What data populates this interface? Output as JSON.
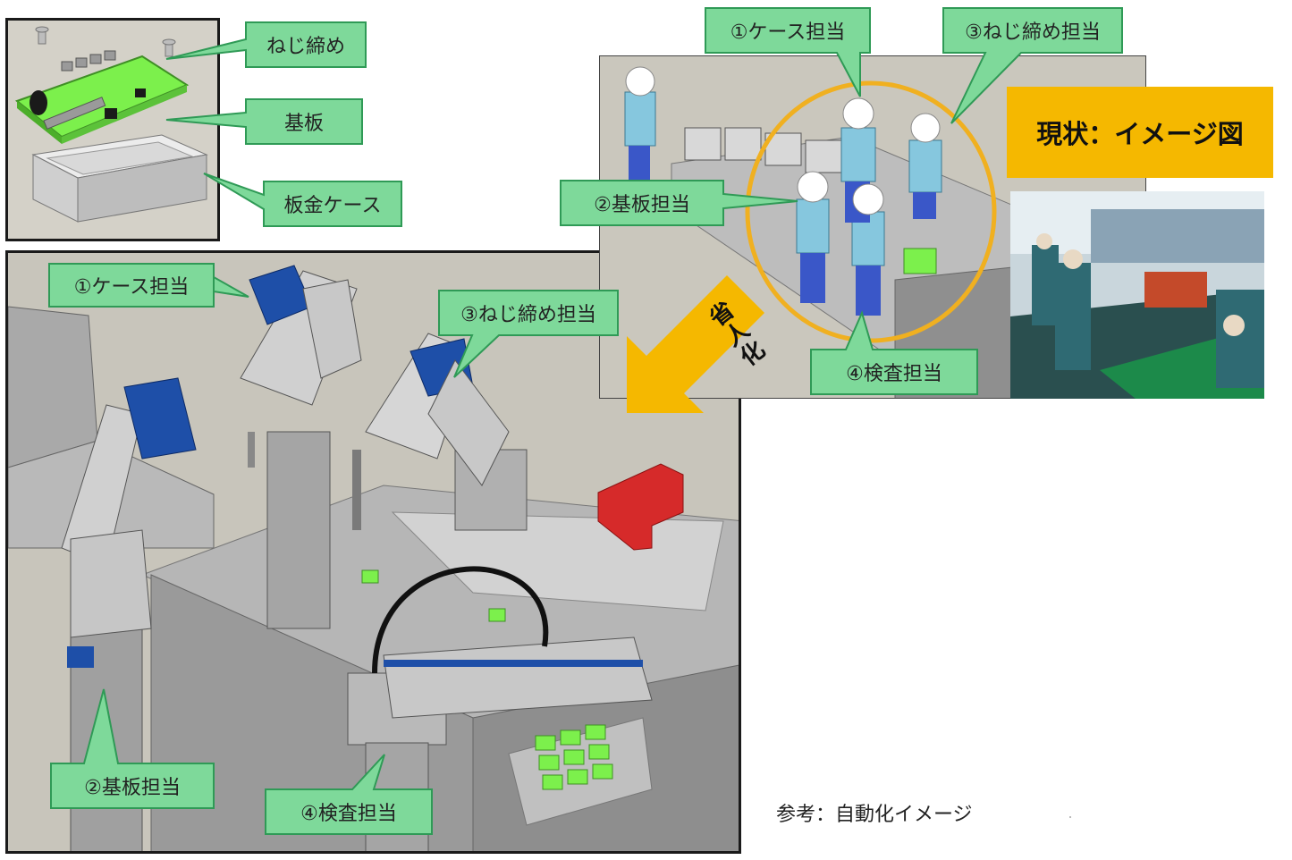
{
  "parts_diagram": {
    "label_screw": "ねじ締め",
    "label_board": "基板",
    "label_case": "板金ケース"
  },
  "automation_image": {
    "label_case": "①ケース担当",
    "label_screw": "③ねじ締め担当",
    "label_board": "②基板担当",
    "label_inspect": "④検査担当",
    "caption": "参考：自動化イメージ"
  },
  "current_image": {
    "label_case": "①ケース担当",
    "label_screw": "③ねじ締め担当",
    "label_board": "②基板担当",
    "label_inspect": "④検査担当",
    "banner": "現状：イメージ図"
  },
  "arrow_label": "省人化",
  "colors": {
    "callout_fill": "#7ed99a",
    "callout_stroke": "#2f9a56",
    "banner": "#f5b800",
    "arrow": "#f5b800",
    "circle": "#f0b020",
    "robot_blue": "#1e4fa8",
    "pcb_green": "#7cf04c",
    "red_block": "#d62a2a"
  }
}
